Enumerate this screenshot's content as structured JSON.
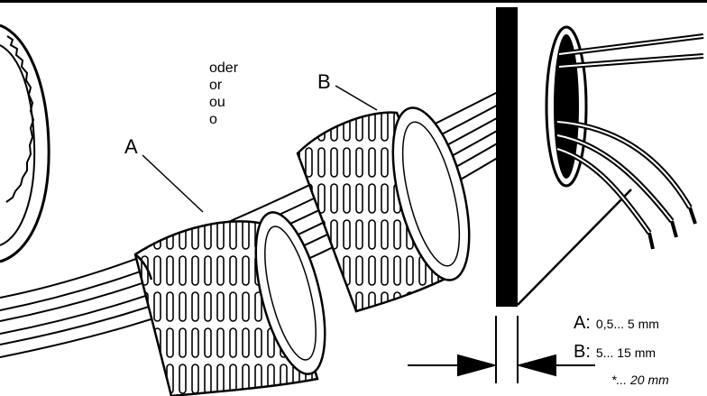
{
  "labels": {
    "a": "A",
    "b": "B",
    "alternatives": [
      "oder",
      "or",
      "ou",
      "o"
    ]
  },
  "legend": {
    "a_key": "A:",
    "a_value": "0,5... 5 mm",
    "b_key": "B:",
    "b_value": "5... 15 mm",
    "note": "*... 20 mm"
  }
}
